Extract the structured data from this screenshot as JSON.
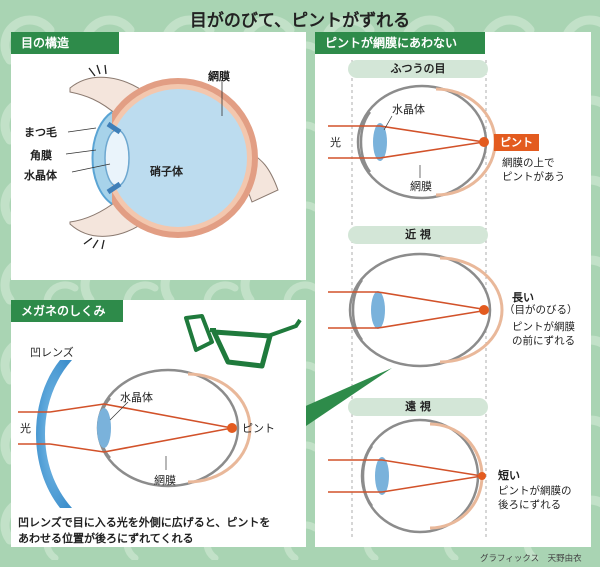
{
  "title": "目がのびて、ピントがずれる",
  "sections": {
    "structure": {
      "header": "目の構造",
      "labels": {
        "eyelash": "まつ毛",
        "cornea": "角膜",
        "lens": "水晶体",
        "vitreous": "硝子体",
        "retina": "網膜"
      }
    },
    "glasses": {
      "header": "メガネのしくみ",
      "labels": {
        "concave": "凹レンズ",
        "light": "光",
        "lens": "水晶体",
        "focus": "ピント",
        "retina": "網膜"
      },
      "caption_line1": "凹レンズで目に入る光を外側に広げると、ピントを",
      "caption_line2": "あわせる位置が後ろにずれてくれる"
    },
    "mismatch": {
      "header": "ピントが網膜にあわない",
      "normal": {
        "pill": "ふつうの目",
        "light": "光",
        "lens": "水晶体",
        "retina": "網膜",
        "badge": "ピント",
        "note_line1": "網膜の上で",
        "note_line2": "ピントがあう"
      },
      "myopia": {
        "pill": "近 視",
        "long": "長い",
        "long_sub": "（目がのびる）",
        "note_line1": "ピントが網膜",
        "note_line2": "の前にずれる"
      },
      "hyperopia": {
        "pill": "遠 視",
        "short": "短い",
        "note_line1": "ピントが網膜の",
        "note_line2": "後ろにずれる"
      }
    }
  },
  "credit": "グラフィックス　天野由衣",
  "colors": {
    "green_dark": "#2e8b4a",
    "panel_bg": "#a9d4b3",
    "light_ray": "#d2522a",
    "retina": "#e9b89a",
    "lens": "#7ab2db",
    "focus_badge": "#e35b1f",
    "eye_outline": "#8c8c8c"
  }
}
